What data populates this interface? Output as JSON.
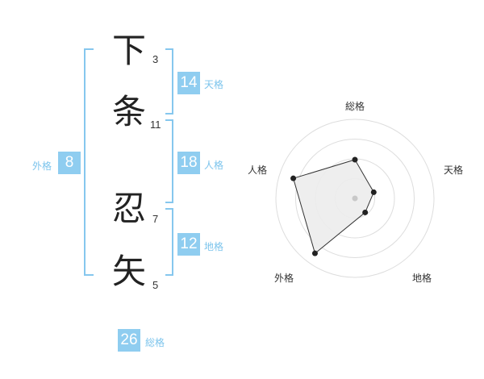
{
  "name": {
    "chars": [
      {
        "char": "下",
        "strokes": "3"
      },
      {
        "char": "条",
        "strokes": "11"
      },
      {
        "char": "忍",
        "strokes": "7"
      },
      {
        "char": "矢",
        "strokes": "5"
      }
    ]
  },
  "fortune": {
    "tenkaku": {
      "value": "14",
      "label": "天格"
    },
    "jinkaku": {
      "value": "18",
      "label": "人格"
    },
    "chikaku": {
      "value": "12",
      "label": "地格"
    },
    "gaikaku": {
      "value": "8",
      "label": "外格"
    },
    "soukaku": {
      "value": "26",
      "label": "総格"
    }
  },
  "radar": {
    "labels": {
      "soukaku": "総格",
      "tenkaku": "天格",
      "chikaku": "地格",
      "gaikaku": "外格",
      "jinkaku": "人格"
    },
    "levels": 4,
    "axis_order": [
      "総格",
      "天格",
      "地格",
      "外格",
      "人格"
    ],
    "values": [
      0.49,
      0.25,
      0.22,
      0.86,
      0.82
    ],
    "colors": {
      "ring": "#dddddd",
      "fill": "#ececec",
      "line": "#333333",
      "point": "#222222",
      "center": "#c8c8c8"
    }
  }
}
